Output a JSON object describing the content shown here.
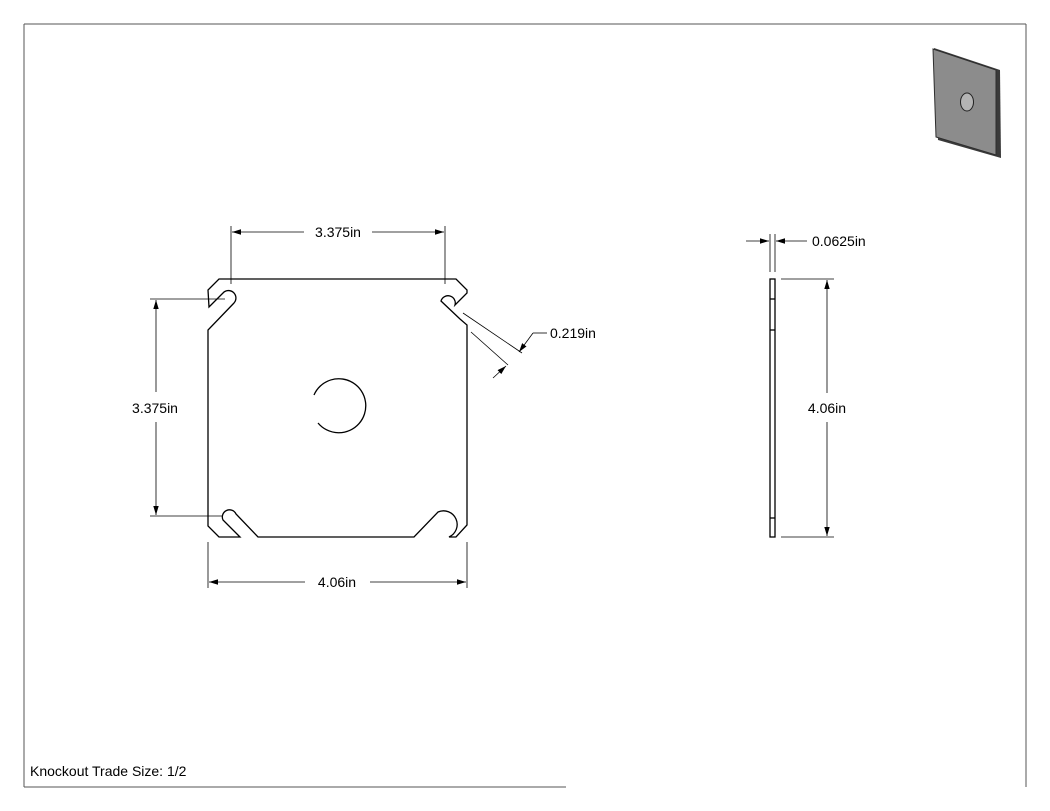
{
  "drawing": {
    "dimensions": {
      "front_top_width": "3.375in",
      "front_left_height": "3.375in",
      "front_bottom_width": "4.06in",
      "slot_width": "0.219in",
      "side_thickness": "0.0625in",
      "side_height": "4.06in"
    },
    "note": "Knockout Trade Size: 1/2",
    "colors": {
      "line": "#000000",
      "border": "#555555",
      "iso_face": "#8c8c8c",
      "iso_edge": "#3a3a3a"
    }
  }
}
